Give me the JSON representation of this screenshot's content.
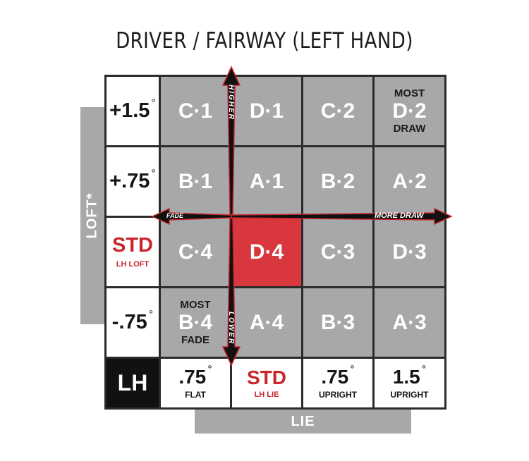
{
  "title": "DRIVER / FAIRWAY (LEFT HAND)",
  "loft_axis_label": "LOFT*",
  "lie_axis_label": "LIE",
  "loft_values": [
    {
      "value": "+1.5",
      "deg": "°"
    },
    {
      "value": "+.75",
      "deg": "°"
    },
    {
      "value": "STD",
      "sub": "LH LOFT"
    },
    {
      "value": "-.75",
      "deg": "°"
    }
  ],
  "corner_label": "LH",
  "lie_values": [
    {
      "value": ".75",
      "deg": "°",
      "sub": "FLAT"
    },
    {
      "value": "STD",
      "sub": "LH LIE"
    },
    {
      "value": ".75",
      "deg": "°",
      "sub": "UPRIGHT"
    },
    {
      "value": "1.5",
      "deg": "°",
      "sub": "UPRIGHT"
    }
  ],
  "grid": [
    [
      "C·1",
      "D·1",
      "C·2",
      "D·2"
    ],
    [
      "B·1",
      "A·1",
      "B·2",
      "A·2"
    ],
    [
      "C·4",
      "D·4",
      "C·3",
      "D·3"
    ],
    [
      "B·4",
      "A·4",
      "B·3",
      "A·3"
    ]
  ],
  "annotations": {
    "most_draw_top": "MOST",
    "most_draw_bottom": "DRAW",
    "most_fade_top": "MOST",
    "most_fade_bottom": "FADE"
  },
  "arrows": {
    "up": "HIGHER",
    "down": "LOWER",
    "left": "FADE",
    "right": "MORE DRAW"
  },
  "colors": {
    "gray": "#a7a8aa",
    "red": "#d7373d",
    "black": "#111111"
  }
}
